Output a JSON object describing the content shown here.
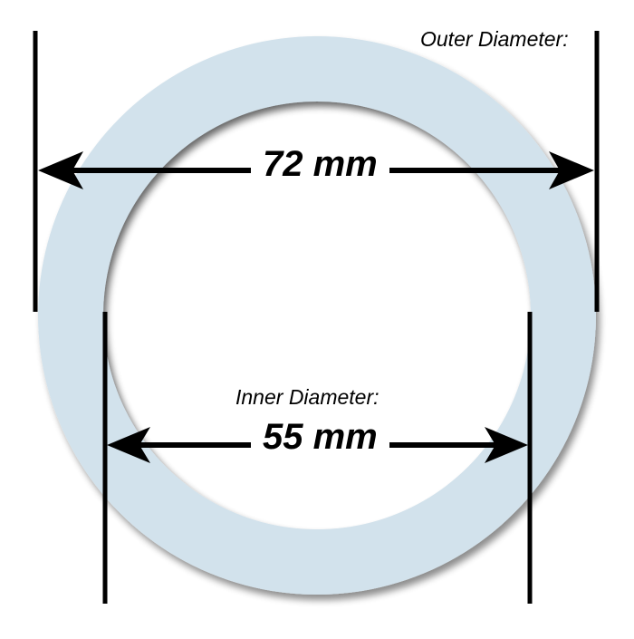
{
  "diagram": {
    "type": "ring-gasket-dimensions",
    "ring_color": "#d2e2ec",
    "line_color": "#000000",
    "outer": {
      "label": "Outer Diameter:",
      "value": "72 mm"
    },
    "inner": {
      "label": "Inner Diameter:",
      "value": "55 mm"
    }
  }
}
